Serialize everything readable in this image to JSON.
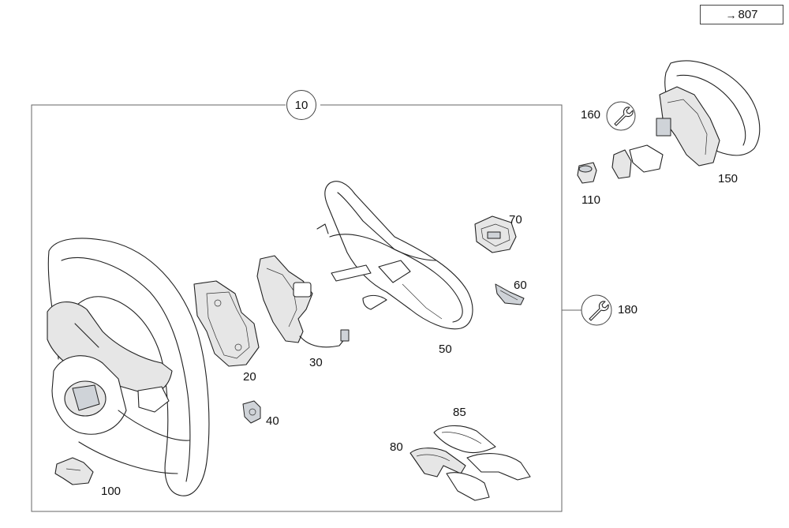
{
  "reference": {
    "arrow_icon": "arrow-right-icon",
    "arrow": "→",
    "page": "807"
  },
  "callouts": {
    "group_10": "10",
    "part_20": "20",
    "part_30": "30",
    "part_40": "40",
    "part_50": "50",
    "part_60": "60",
    "part_70": "70",
    "part_80": "80",
    "part_85": "85",
    "part_100": "100",
    "part_110": "110",
    "part_150": "150",
    "part_160": "160",
    "part_180": "180"
  },
  "icons": {
    "tool_160": "wrench-icon",
    "tool_180": "wrench-icon"
  },
  "colors": {
    "line": "#222222",
    "frame": "#666666",
    "part_fill": "#ffffff",
    "shade": "#e6e6e6"
  }
}
